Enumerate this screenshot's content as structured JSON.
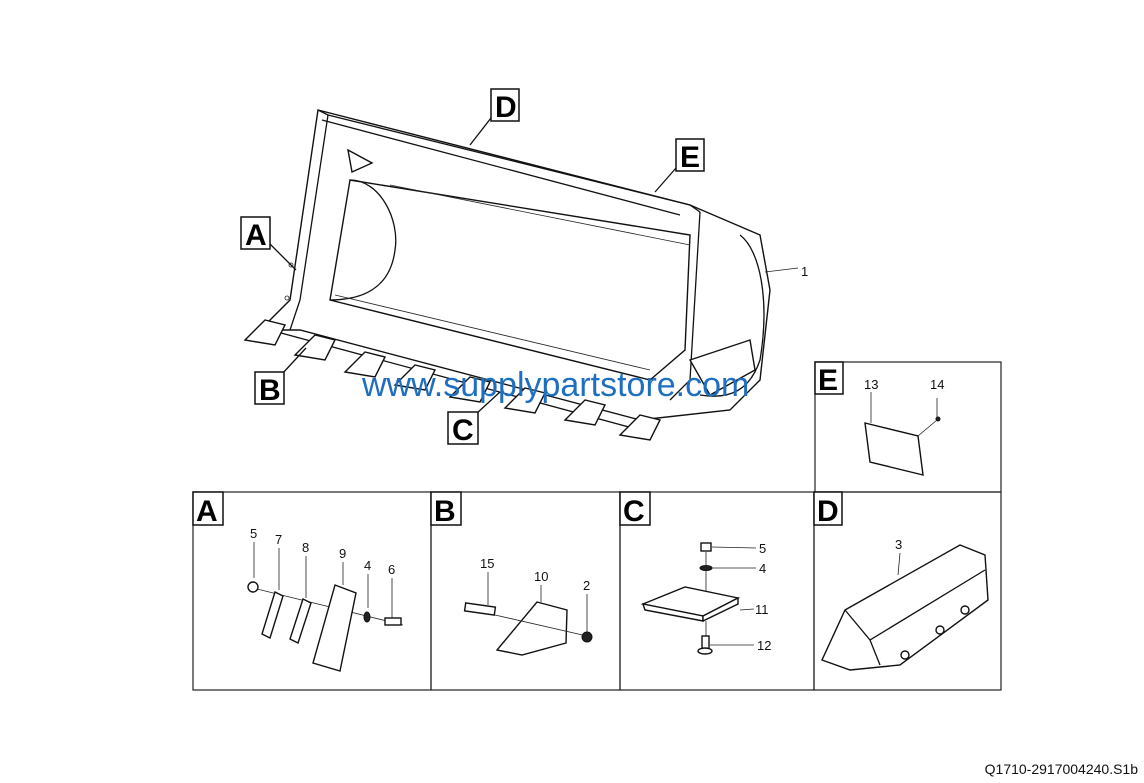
{
  "diagram": {
    "main": {
      "callouts": [
        "A",
        "B",
        "C",
        "D",
        "E"
      ],
      "part_number": "1"
    },
    "panels": {
      "A": {
        "label": "A",
        "parts": [
          "5",
          "7",
          "8",
          "9",
          "4",
          "6"
        ]
      },
      "B": {
        "label": "B",
        "parts": [
          "15",
          "10",
          "2"
        ]
      },
      "C": {
        "label": "C",
        "parts": [
          "5",
          "4",
          "11",
          "12"
        ]
      },
      "D": {
        "label": "D",
        "parts": [
          "3"
        ]
      },
      "E": {
        "label": "E",
        "parts": [
          "13",
          "14"
        ]
      }
    },
    "watermark": "www.supplypartstore.com",
    "drawing_code": "Q1710-2917004240.S1b"
  },
  "colors": {
    "watermark": "#1f6fc0",
    "line": "#111111"
  }
}
